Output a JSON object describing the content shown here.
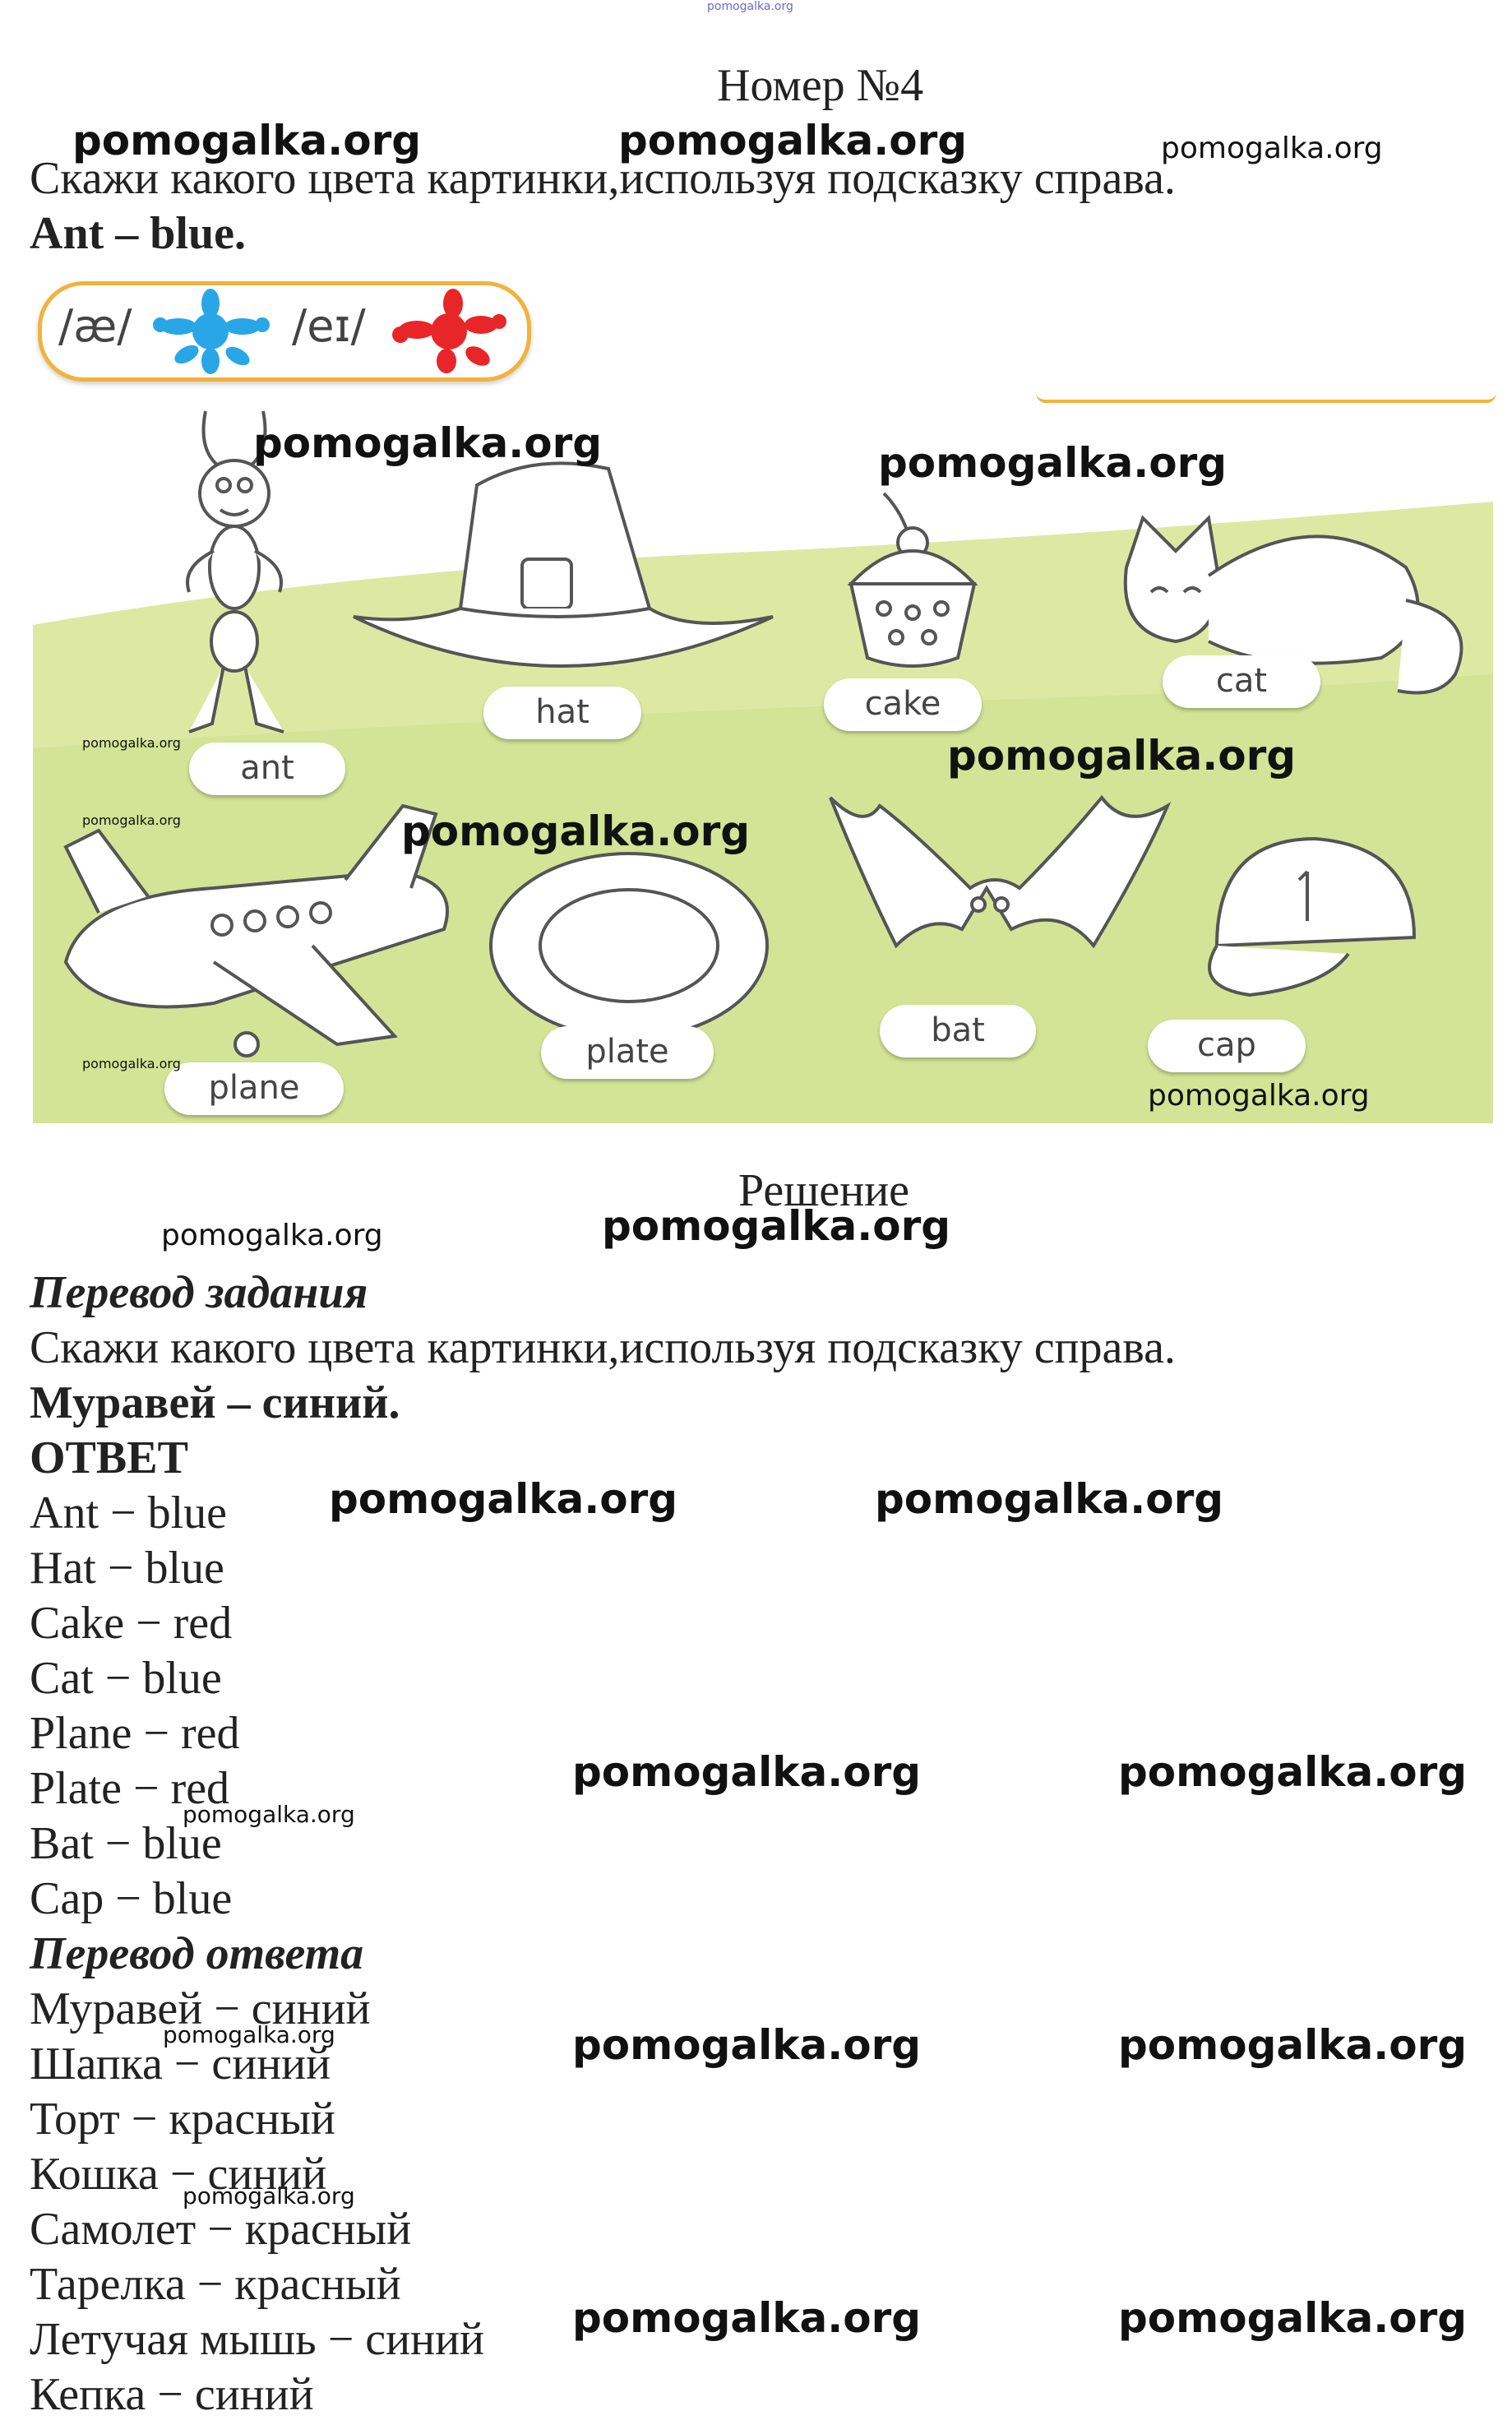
{
  "header": {
    "source_tag": "pomogalka.org",
    "title": "Номер №4"
  },
  "task": {
    "instruction": "Скажи какого цвета картинки,используя подсказку справа.",
    "example": "Ant – blue."
  },
  "legend": {
    "sound1": "/æ/",
    "sound1_color": "#29a6e6",
    "sound2": "/eɪ/",
    "sound2_color": "#e8262a",
    "border_color": "#f2b33d"
  },
  "picture": {
    "labels": {
      "ant": "ant",
      "hat": "hat",
      "cake": "cake",
      "cat": "cat",
      "plane": "plane",
      "plate": "plate",
      "bat": "bat",
      "cap": "cap"
    },
    "ground_color": "#dde9a3"
  },
  "solution": {
    "heading": "Решение",
    "translation_heading": "Перевод задания",
    "translation_text": "Скажи какого цвета картинки,используя подсказку справа.",
    "translation_example": "Муравей – синий.",
    "answer_heading": "ОТВЕТ",
    "answers": [
      "Ant − blue",
      "Hat − blue",
      "Cake − red",
      "Cat − blue",
      "Plane − red",
      "Plate − red",
      "Bat − blue",
      "Cap − blue"
    ],
    "answer_translation_heading": "Перевод ответа",
    "answer_translations": [
      "Муравей − синий",
      "Шапка − синий",
      "Торт − красный",
      "Кошка − синий",
      "Самолет − красный",
      "Тарелка − красный",
      "Летучая мышь − синий",
      "Кепка − синий"
    ]
  },
  "watermark": {
    "text": "pomogalka.org"
  }
}
